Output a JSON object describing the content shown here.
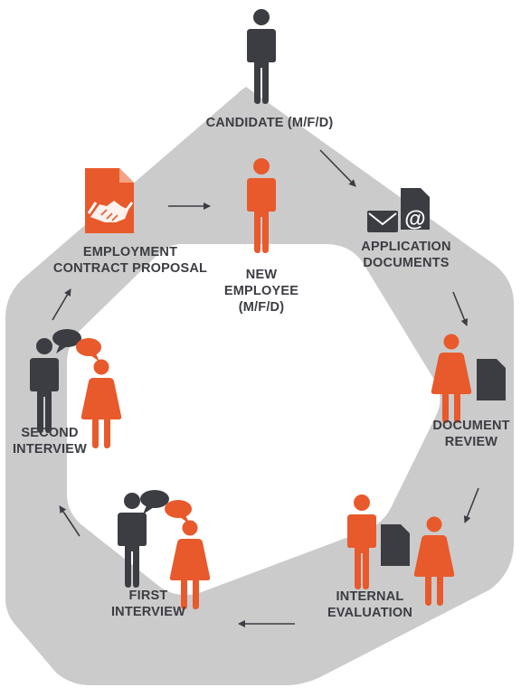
{
  "labels": {
    "candidate": "CANDIDATE (M/F/D)",
    "application_documents": "APPLICATION\nDOCUMENTS",
    "document_review": "DOCUMENT\nREVIEW",
    "internal_evaluation": "INTERNAL\nEVALUATION",
    "first_interview": "FIRST\nINTERVIEW",
    "second_interview": "SECOND\nINTERVIEW",
    "employment_contract_proposal": "EMPLOYMENT\nCONTRACT PROPOSAL",
    "new_employee": "NEW\nEMPLOYEE\n(M/F/D)"
  },
  "icons": {
    "application_mail": "envelope-icon",
    "application_at": "at-sign-icon",
    "contract_document": "handshake-document-icon",
    "document": "document-icon",
    "male_person": "male-person-icon",
    "female_person": "female-person-icon",
    "speech_bubbles": "speech-bubbles-icon"
  },
  "colors": {
    "orange": "#e8592b",
    "dark": "#3c3d42",
    "ring": "#cbcbcc"
  }
}
